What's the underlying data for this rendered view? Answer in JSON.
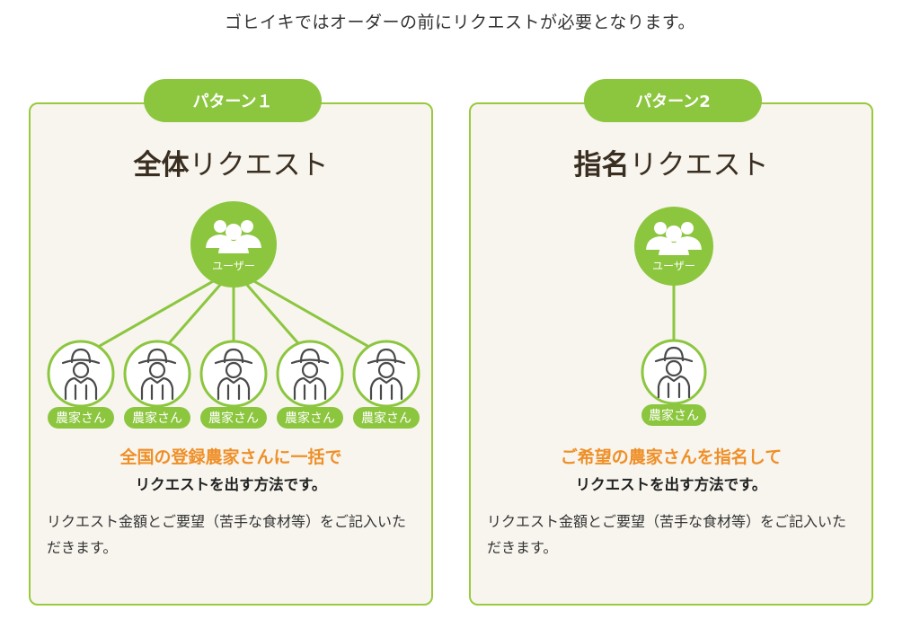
{
  "intro": "ゴヒイキではオーダーの前にリクエストが必要となります。",
  "colors": {
    "accent_green": "#8cc63f",
    "border_green": "#99c93d",
    "highlight_orange": "#ef8f28",
    "card_background": "#f7f5ee"
  },
  "icons": {
    "user_node": "users-group-icon",
    "farmer_node": "farmer-icon"
  },
  "patterns": [
    {
      "badge": "パターン１",
      "title_strong": "全体",
      "title_rest": "リクエスト",
      "user_label": "ユーザー",
      "farmer_labels": [
        "農家さん",
        "農家さん",
        "農家さん",
        "農家さん",
        "農家さん"
      ],
      "highlight": "全国の登録農家さんに一括で",
      "subhead": "リクエストを出す方法です。",
      "description": "リクエスト金額とご要望（苦手な食材等）をご記入いただきます。"
    },
    {
      "badge": "パターン2",
      "title_strong": "指名",
      "title_rest": "リクエスト",
      "user_label": "ユーザー",
      "farmer_labels": [
        "農家さん"
      ],
      "highlight": "ご希望の農家さんを指名して",
      "subhead": "リクエストを出す方法です。",
      "description": "リクエスト金額とご要望（苦手な食材等）をご記入いただきます。"
    }
  ]
}
